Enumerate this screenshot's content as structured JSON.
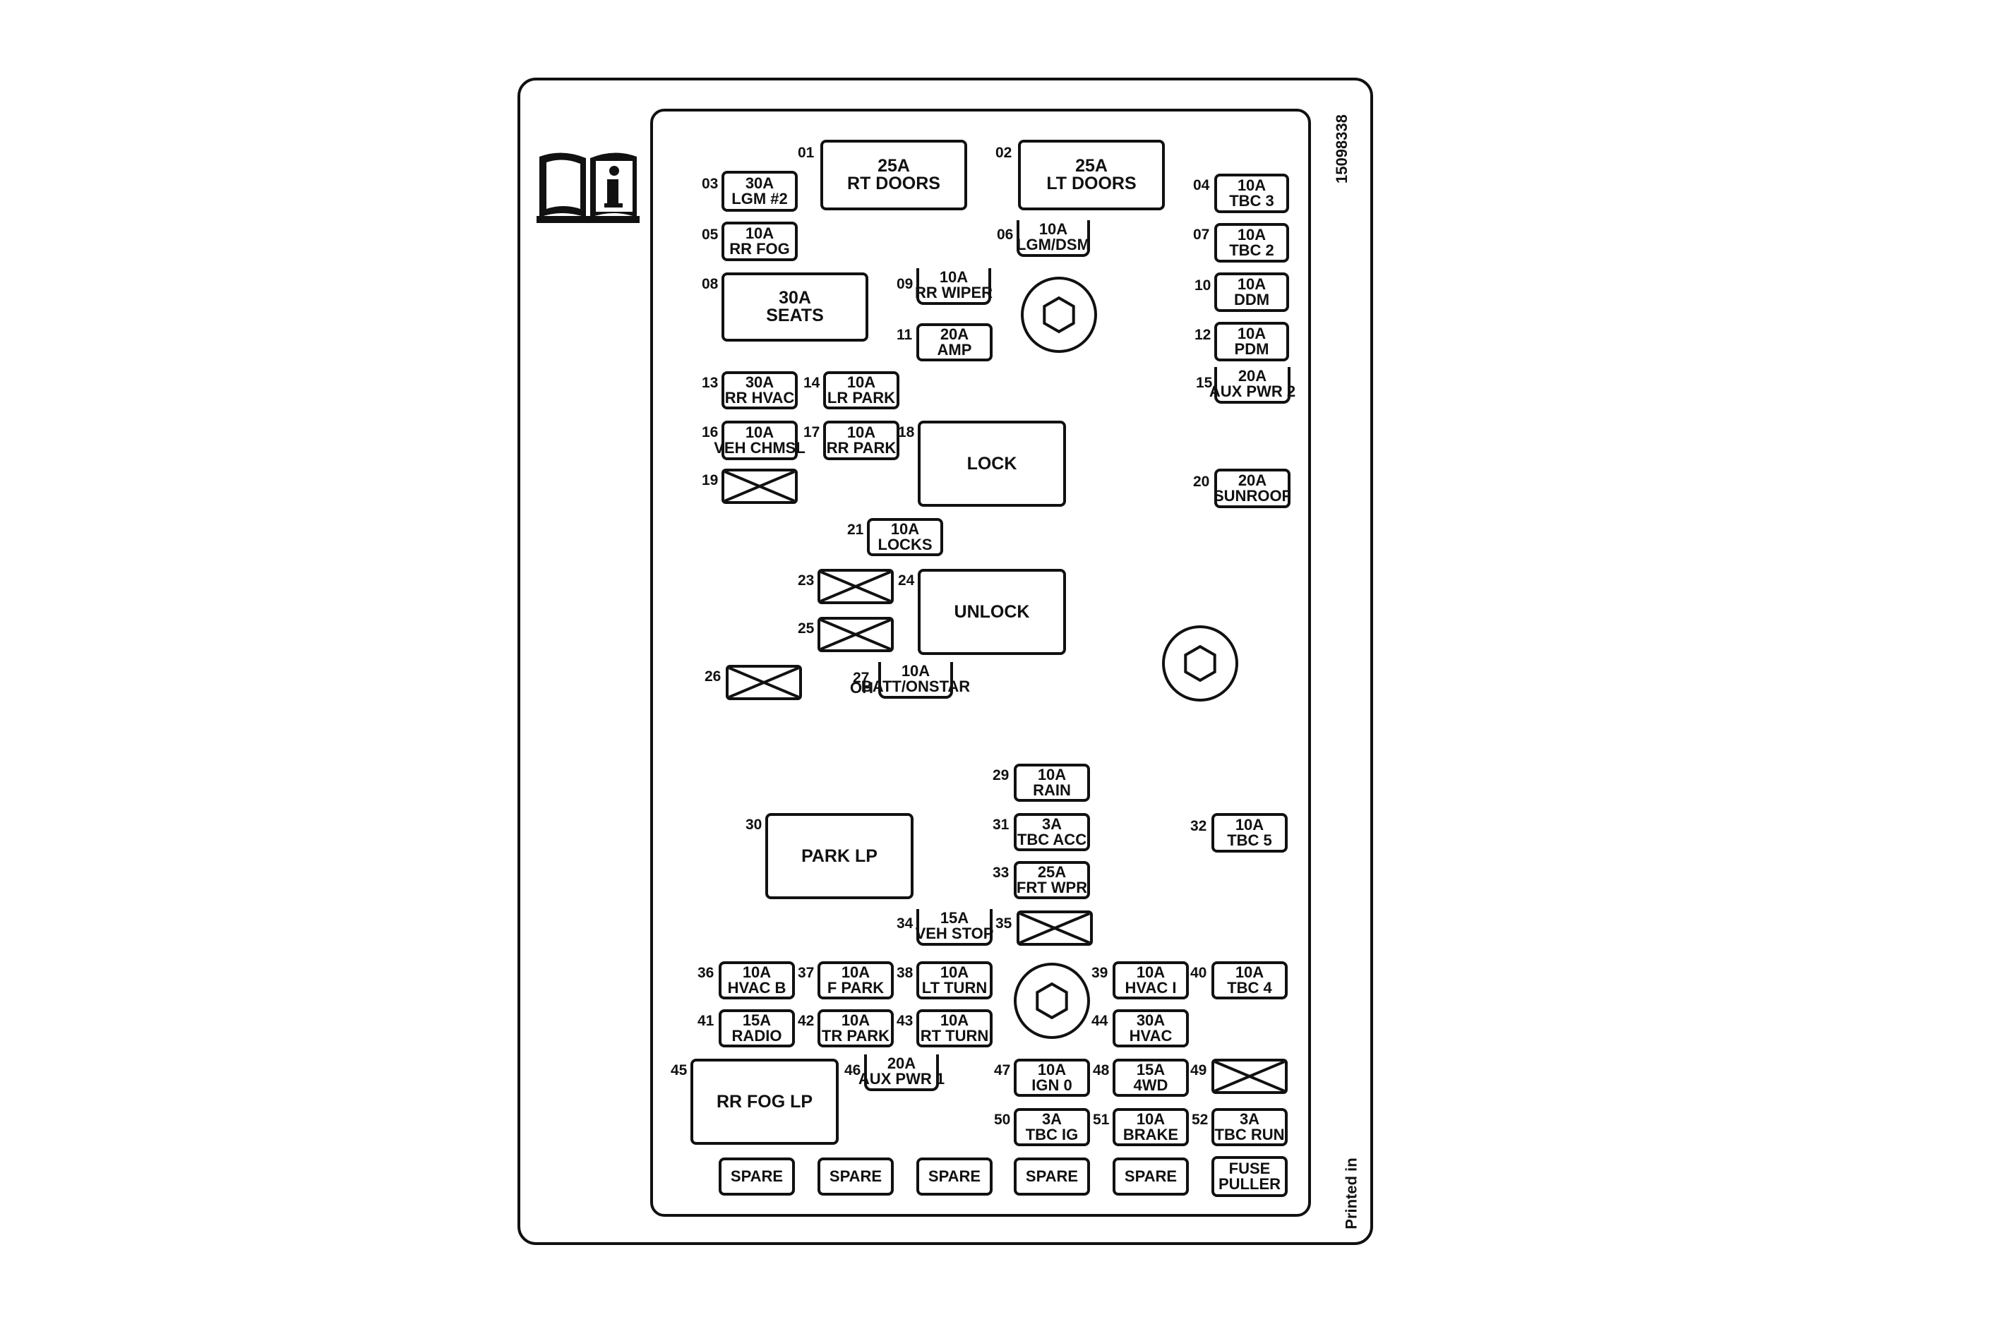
{
  "part_number": "15098338",
  "printed_in": "Printed in",
  "info_icon": "info-manual-icon",
  "fuses": [
    {
      "id": "01",
      "l1": "25A",
      "l2": "RT DOORS"
    },
    {
      "id": "02",
      "l1": "25A",
      "l2": "LT DOORS"
    },
    {
      "id": "03",
      "l1": "30A",
      "l2": "LGM #2"
    },
    {
      "id": "04",
      "l1": "10A",
      "l2": "TBC 3"
    },
    {
      "id": "05",
      "l1": "10A",
      "l2": "RR FOG"
    },
    {
      "id": "06",
      "l1": "10A",
      "l2": "LGM/DSM"
    },
    {
      "id": "07",
      "l1": "10A",
      "l2": "TBC 2"
    },
    {
      "id": "08",
      "l1": "30A",
      "l2": "SEATS"
    },
    {
      "id": "09",
      "l1": "10A",
      "l2": "RR WIPER"
    },
    {
      "id": "10",
      "l1": "10A",
      "l2": "DDM"
    },
    {
      "id": "11",
      "l1": "20A",
      "l2": "AMP"
    },
    {
      "id": "12",
      "l1": "10A",
      "l2": "PDM"
    },
    {
      "id": "13",
      "l1": "30A",
      "l2": "RR HVAC"
    },
    {
      "id": "14",
      "l1": "10A",
      "l2": "LR PARK"
    },
    {
      "id": "15",
      "l1": "20A",
      "l2": "AUX PWR 2"
    },
    {
      "id": "16",
      "l1": "10A",
      "l2": "VEH CHMSL"
    },
    {
      "id": "17",
      "l1": "10A",
      "l2": "RR PARK"
    },
    {
      "id": "18",
      "l1": "LOCK",
      "l2": ""
    },
    {
      "id": "19",
      "l1": "",
      "l2": ""
    },
    {
      "id": "20",
      "l1": "20A",
      "l2": "SUNROOF"
    },
    {
      "id": "21",
      "l1": "10A",
      "l2": "LOCKS"
    },
    {
      "id": "23",
      "l1": "",
      "l2": ""
    },
    {
      "id": "24",
      "l1": "UNLOCK",
      "l2": ""
    },
    {
      "id": "25",
      "l1": "",
      "l2": ""
    },
    {
      "id": "26",
      "l1": "",
      "l2": ""
    },
    {
      "id": "27",
      "l1": "10A",
      "l2": "BATT/ONSTAR",
      "prefix": "OH"
    },
    {
      "id": "29",
      "l1": "10A",
      "l2": "RAIN"
    },
    {
      "id": "30",
      "l1": "PARK LP",
      "l2": ""
    },
    {
      "id": "31",
      "l1": "3A",
      "l2": "TBC ACC"
    },
    {
      "id": "32",
      "l1": "10A",
      "l2": "TBC 5"
    },
    {
      "id": "33",
      "l1": "25A",
      "l2": "FRT WPR"
    },
    {
      "id": "34",
      "l1": "15A",
      "l2": "VEH STOP"
    },
    {
      "id": "35",
      "l1": "",
      "l2": ""
    },
    {
      "id": "36",
      "l1": "10A",
      "l2": "HVAC B"
    },
    {
      "id": "37",
      "l1": "10A",
      "l2": "F PARK"
    },
    {
      "id": "38",
      "l1": "10A",
      "l2": "LT TURN"
    },
    {
      "id": "39",
      "l1": "10A",
      "l2": "HVAC I"
    },
    {
      "id": "40",
      "l1": "10A",
      "l2": "TBC 4"
    },
    {
      "id": "41",
      "l1": "15A",
      "l2": "RADIO"
    },
    {
      "id": "42",
      "l1": "10A",
      "l2": "TR PARK"
    },
    {
      "id": "43",
      "l1": "10A",
      "l2": "RT TURN"
    },
    {
      "id": "44",
      "l1": "30A",
      "l2": "HVAC"
    },
    {
      "id": "45",
      "l1": "RR FOG LP",
      "l2": ""
    },
    {
      "id": "46",
      "l1": "20A",
      "l2": "AUX PWR 1"
    },
    {
      "id": "47",
      "l1": "10A",
      "l2": "IGN 0"
    },
    {
      "id": "48",
      "l1": "15A",
      "l2": "4WD"
    },
    {
      "id": "49",
      "l1": "",
      "l2": ""
    },
    {
      "id": "50",
      "l1": "3A",
      "l2": "TBC IG"
    },
    {
      "id": "51",
      "l1": "10A",
      "l2": "BRAKE"
    },
    {
      "id": "52",
      "l1": "3A",
      "l2": "TBC RUN"
    }
  ],
  "spares": [
    "SPARE",
    "SPARE",
    "SPARE",
    "SPARE",
    "SPARE"
  ],
  "puller": {
    "l1": "FUSE",
    "l2": "PULLER"
  }
}
